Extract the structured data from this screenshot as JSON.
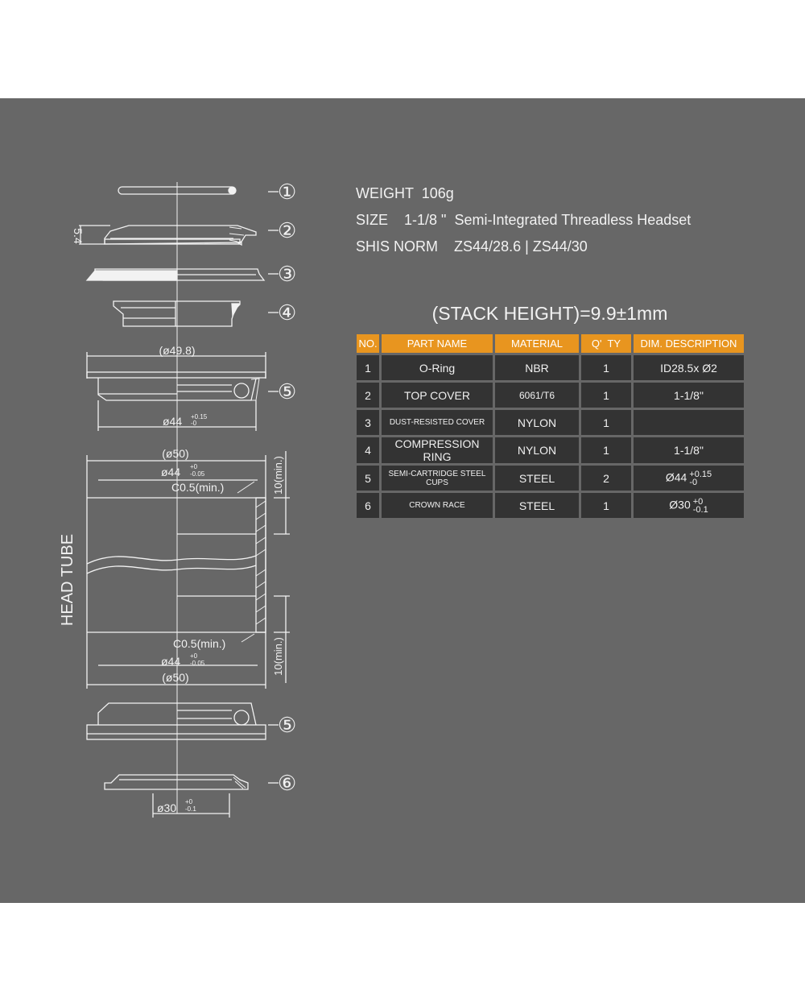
{
  "specs": {
    "weight_label": "WEIGHT",
    "weight_value": "106g",
    "size_label": "SIZE",
    "size_value": "1-1/8 \"  Semi-Integrated Threadless Headset",
    "norm_label": "SHIS NORM",
    "norm_value": "ZS44/28.6 | ZS44/30"
  },
  "stack_height": "(STACK HEIGHT)=9.9±1mm",
  "table": {
    "headers": [
      "NO.",
      "PART NAME",
      "MATERIAL",
      "Q'  TY",
      "DIM. DESCRIPTION"
    ],
    "rows": [
      {
        "no": "1",
        "name": "O-Ring",
        "material": "NBR",
        "qty": "1",
        "dim": "ID28.5x  Ø2",
        "tol_up": "",
        "tol_down": ""
      },
      {
        "no": "2",
        "name": "TOP COVER",
        "material": "6061/T6",
        "qty": "1",
        "dim": "1-1/8\"",
        "tol_up": "",
        "tol_down": ""
      },
      {
        "no": "3",
        "name": "DUST-RESISTED COVER",
        "material": "NYLON",
        "qty": "1",
        "dim": "",
        "tol_up": "",
        "tol_down": ""
      },
      {
        "no": "4",
        "name": "COMPRESSION RING",
        "material": "NYLON",
        "qty": "1",
        "dim": "1-1/8\"",
        "tol_up": "",
        "tol_down": ""
      },
      {
        "no": "5",
        "name": "SEMI-CARTRIDGE STEEL CUPS",
        "material": "STEEL",
        "qty": "2",
        "dim": "Ø44",
        "tol_up": "+0.15",
        "tol_down": "-0"
      },
      {
        "no": "6",
        "name": "CROWN RACE",
        "material": "STEEL",
        "qty": "1",
        "dim": "Ø30",
        "tol_up": "+0",
        "tol_down": "-0.1"
      }
    ]
  },
  "drawing": {
    "callouts": [
      "①",
      "②",
      "③",
      "④",
      "⑤",
      "⑤",
      "⑥"
    ],
    "head_tube": "HEAD TUBE",
    "dim_54": "5.4",
    "dim_498": "(ø49.8)",
    "dim_44_cup": "ø44",
    "dim_44_cup_up": "+0.15",
    "dim_44_cup_down": "-0",
    "dim_50_top": "(ø50)",
    "dim_44_top": "ø44",
    "dim_44_top_up": "+0",
    "dim_44_top_down": "-0.05",
    "dim_c05_top": "C0.5(min.)",
    "dim_10_top": "10(min.)",
    "dim_c05_bot": "C0.5(min.)",
    "dim_44_bot": "ø44",
    "dim_44_bot_up": "+0",
    "dim_44_bot_down": "-0.05",
    "dim_50_bot": "(ø50)",
    "dim_10_bot": "10(min.)",
    "dim_30": "ø30",
    "dim_30_up": "+0",
    "dim_30_down": "-0.1"
  },
  "colors": {
    "background": "#676767",
    "header": "#e8951f",
    "cell": "#333333",
    "line": "#f2f2f2"
  }
}
